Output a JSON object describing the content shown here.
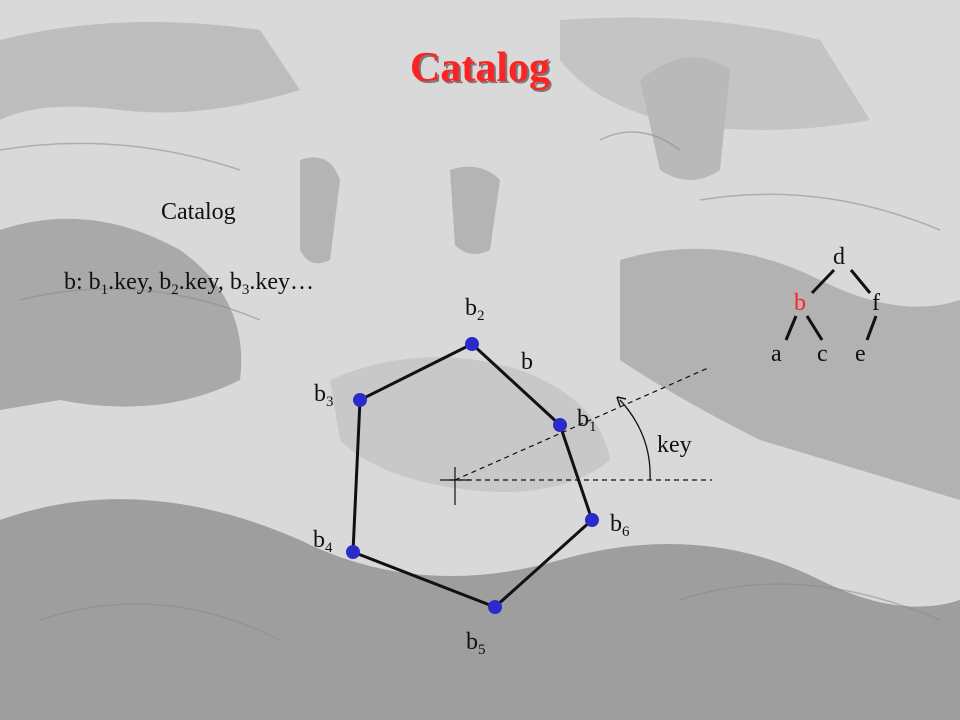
{
  "slide": {
    "title": "Catalog",
    "heading": "Catalog",
    "formula": {
      "prefix": "b: b",
      "sub1": "1",
      "mid1": ".key, b",
      "sub2": "2",
      "mid2": ".key, b",
      "sub3": "3",
      "suffix": ".key…"
    },
    "title_color": "#ff2222",
    "highlight_color": "#ff2222"
  },
  "polygon": {
    "edge_label": "b",
    "angle_label": "key",
    "vertex_color": "#2b2bcc",
    "vertices": [
      {
        "base": "b",
        "sub": "1"
      },
      {
        "base": "b",
        "sub": "2"
      },
      {
        "base": "b",
        "sub": "3"
      },
      {
        "base": "b",
        "sub": "4"
      },
      {
        "base": "b",
        "sub": "5"
      },
      {
        "base": "b",
        "sub": "6"
      }
    ]
  },
  "tree": {
    "nodes": [
      "d",
      "b",
      "f",
      "a",
      "c",
      "e"
    ],
    "highlighted": "b"
  }
}
